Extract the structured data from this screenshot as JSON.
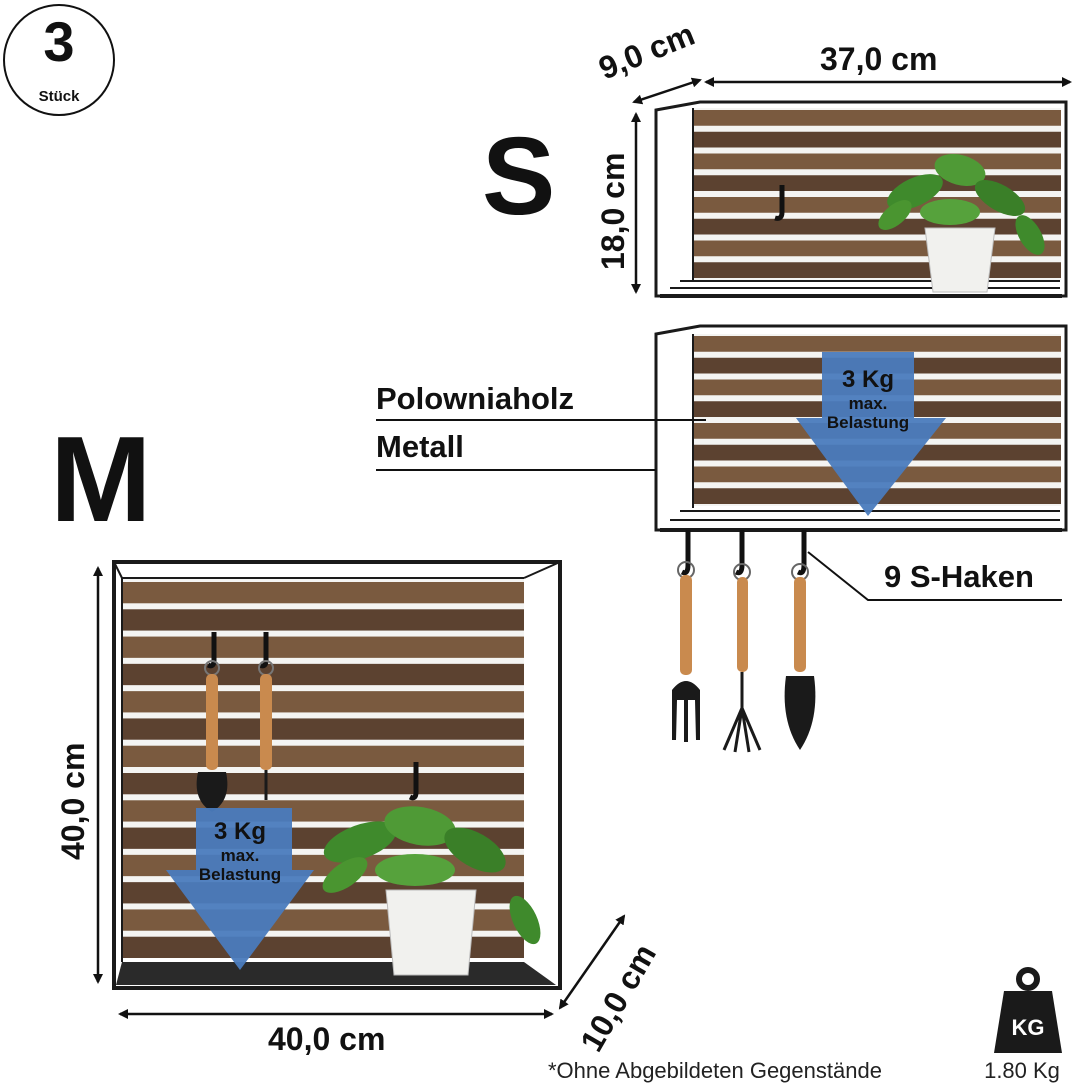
{
  "badge": {
    "number": "3",
    "label": "Stück"
  },
  "sizes": {
    "small": "S",
    "medium": "M"
  },
  "dimensions": {
    "small_depth": "9,0 cm",
    "small_width": "37,0 cm",
    "small_height": "18,0 cm",
    "medium_height": "40,0 cm",
    "medium_width": "40,0 cm",
    "medium_depth": "10,0 cm"
  },
  "materials": {
    "wood": "Polowniaholz",
    "metal": "Metall"
  },
  "hooks": {
    "label": "9 S-Haken"
  },
  "load": {
    "value": "3 Kg",
    "max": "max.",
    "belastung": "Belastung"
  },
  "footer": {
    "disclaimer": "*Ohne Abgebildeten Gegenstände",
    "weight_badge": "KG",
    "weight_value": "1.80 Kg"
  },
  "colors": {
    "wood": "#7a5a3f",
    "wood_dark": "#5c4230",
    "frame": "#1a1a1a",
    "arrow": "#4a7bbd",
    "leaf": "#3f8a2c",
    "pot": "#f1f1ee"
  }
}
